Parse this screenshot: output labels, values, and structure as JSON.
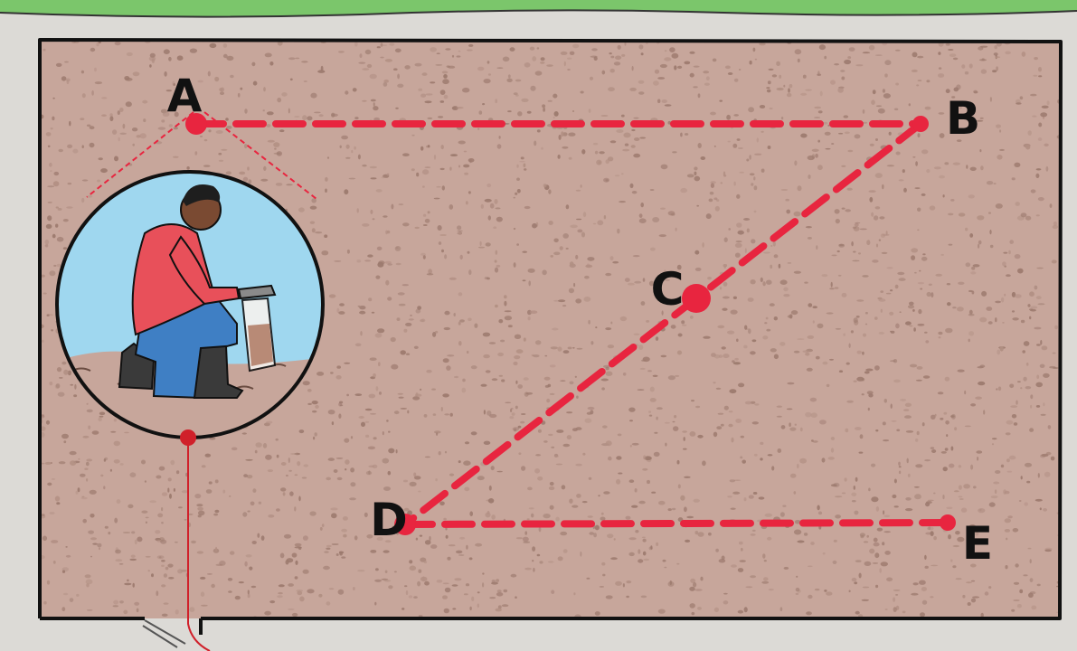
{
  "diagram": {
    "colors": {
      "grass": "#7bc66b",
      "border": "#dcdad6",
      "soil": "#c7a69b",
      "speck": "#9c7a6e",
      "path": "#e8253f",
      "outline": "#111111",
      "sky": "#9fd7ef"
    },
    "points": [
      {
        "id": "A",
        "label": "A"
      },
      {
        "id": "B",
        "label": "B"
      },
      {
        "id": "C",
        "label": "C"
      },
      {
        "id": "D",
        "label": "D"
      },
      {
        "id": "E",
        "label": "E"
      }
    ],
    "path_order": [
      "A",
      "B",
      "C",
      "D",
      "E"
    ],
    "inset": {
      "subject": "man-kneeling-collecting-soil-sample-icon",
      "attached_to": "A"
    }
  }
}
